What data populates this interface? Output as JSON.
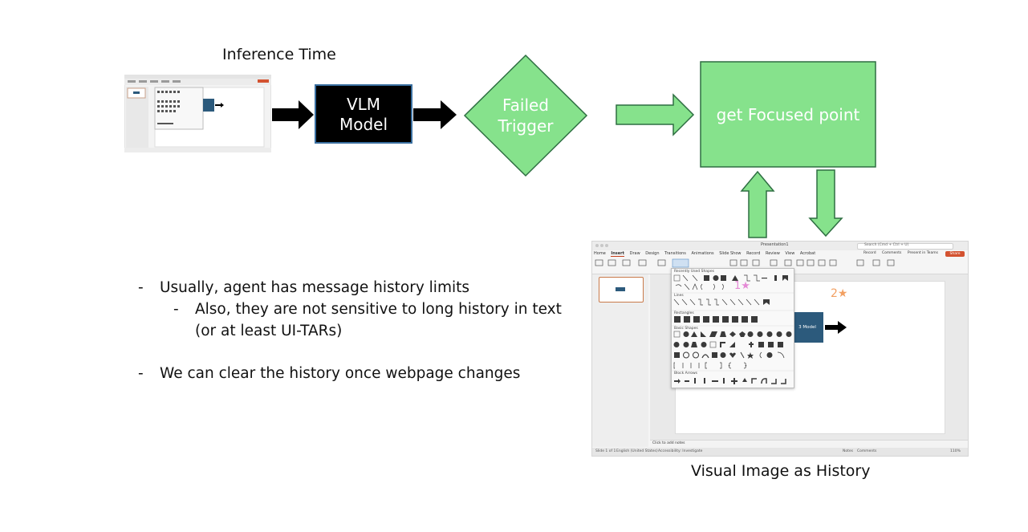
{
  "diagram": {
    "inference_caption": "Inference Time",
    "vlm_box": {
      "line1": "VLM",
      "line2": "Model"
    },
    "failed_trigger": {
      "line1": "Failed",
      "line2": "Trigger"
    },
    "focused_point": "get Focused point",
    "history_caption": "Visual Image as History",
    "colors": {
      "green_fill": "#86e28c",
      "green_stroke": "#2e6e42",
      "vlm_fill": "#000000",
      "vlm_stroke": "#3a6fa0",
      "arrow": "#000000",
      "shape_blue": "#2c5a7c"
    }
  },
  "notes": {
    "bullet1": "Usually, agent has message history limits",
    "bullet1_sub_line1": "Also, they are not sensitive to long history in text",
    "bullet1_sub_line2": "(or at least UI-TARs)",
    "bullet2": "We can clear the history once webpage changes",
    "dash": "-"
  },
  "screenshot": {
    "tabs": [
      "Home",
      "Insert",
      "Draw",
      "Design",
      "Transitions",
      "Animations",
      "Slide Show",
      "Record",
      "Review",
      "View",
      "Acrobat"
    ],
    "title": "Presentation1",
    "search_placeholder": "Search (Cmd + Ctrl + U)",
    "record_label": "Record",
    "comments_label": "Comments",
    "present_label": "Present in Teams",
    "share_label": "Share",
    "panel_sections": [
      "Recently Used Shapes",
      "Lines",
      "Rectangles",
      "Basic Shapes",
      "Block Arrows"
    ],
    "marker1": "1★",
    "marker2": "2★",
    "shape_label": "3 Model",
    "notes_placeholder": "Click to add notes",
    "status_left": "Slide 1 of 1",
    "status_lang": "English (United States)",
    "status_access": "Accessibility: Investigate",
    "status_notes": "Notes",
    "status_comments": "Comments",
    "zoom": "110%"
  }
}
